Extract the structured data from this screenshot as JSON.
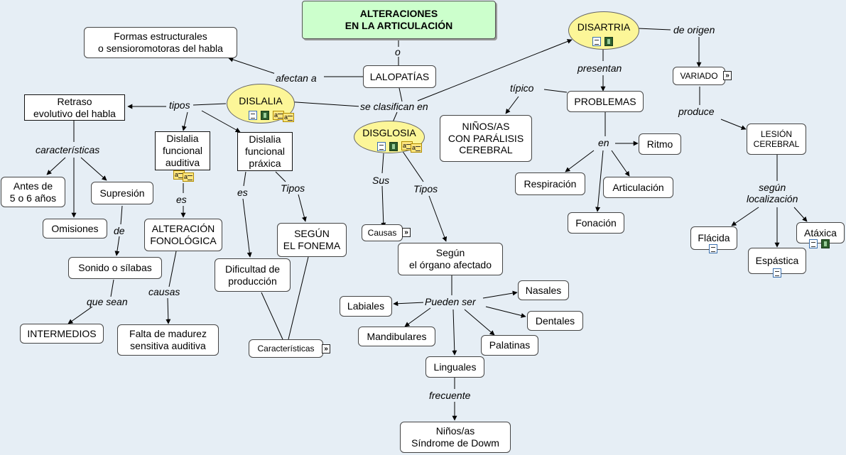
{
  "nodes": {
    "title": "ALTERACIONES\nEN LA ARTICULACIÓN",
    "formas": "Formas estructurales\no sensioromotoras del habla",
    "lalopatias": "LALOPATÍAS",
    "disartria": "DISARTRIA",
    "variado": "VARIADO",
    "problemas": "PROBLEMAS",
    "ninos_paralisis": "NIÑOS/AS\nCON PARÁLISIS\nCEREBRAL",
    "ritmo": "Ritmo",
    "respiracion": "Respiración",
    "articulacion": "Articulación",
    "fonacion": "Fonación",
    "lesion": "LESIÓN\nCEREBRAL",
    "flacida": "Flácida",
    "espastica": "Espástica",
    "ataxica": "Atáxica",
    "dislalia": "DISLALIA",
    "retraso": "Retraso\nevolutivo del habla",
    "funcional_auditiva": "Dislalia\nfuncional\nauditiva",
    "funcional_praxica": "Dislalia\nfuncional\npráxica",
    "antes": "Antes de\n5 o 6 años",
    "supresion": "Supresión",
    "omisiones": "Omisiones",
    "sonido": "Sonido o sílabas",
    "intermedios": "INTERMEDIOS",
    "alteracion": "ALTERACIÓN\nFONOLÓGICA",
    "falta": "Falta de madurez\nsensitiva auditiva",
    "dificultad": "Dificultad de\nproducción",
    "segun_fonema": "SEGÚN\nEL FONEMA",
    "caracteristicas": "Características",
    "disglosia": "DISGLOSIA",
    "causas": "Causas",
    "segun_organo": "Según\nel órgano afectado",
    "labiales": "Labiales",
    "nasales": "Nasales",
    "dentales": "Dentales",
    "mandibulares": "Mandibulares",
    "palatinas": "Palatinas",
    "linguales": "Linguales",
    "sindrome": "Niños/as\nSíndrome de Dowm"
  },
  "links": {
    "o": "o",
    "afectan_a": "afectan a",
    "se_clasifican_en": "se clasifican en",
    "de_origen": "de origen",
    "presentan": "presentan",
    "tipico": "típico",
    "en": "en",
    "produce": "produce",
    "segun_localizacion": "según\nlocalización",
    "tipos_dislalia": "tipos",
    "caracteristicas": "características",
    "de": "de",
    "que_sean": "que sean",
    "es_auditiva": "es",
    "causas": "causas",
    "es_praxica": "es",
    "tipos_praxica": "Tipos",
    "sus": "Sus",
    "tipos_disglosia": "Tipos",
    "pueden_ser": "Pueden ser",
    "frecuente": "frecuente"
  },
  "icon_names": [
    "document-icon",
    "film-icon",
    "note-icon",
    "expand-icon"
  ],
  "colors": {
    "background": "#e6eef5",
    "title_fill": "#ccffcc",
    "ellipse_fill": "#fcf698",
    "line": "#000000"
  }
}
